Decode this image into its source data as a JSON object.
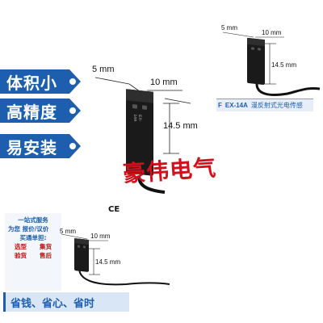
{
  "features": [
    "体积小",
    "高精度",
    "易安装"
  ],
  "main_dims": {
    "depth": "5 mm",
    "width": "10 mm",
    "height": "14.5 mm"
  },
  "top_right": {
    "dims": {
      "depth": "5 mm",
      "width": "10 mm",
      "height": "14.5 mm"
    },
    "model_prefix": "F",
    "model": "EX-14A",
    "model_desc": "漫反射式光电传感"
  },
  "sensor_print": "EX-14A",
  "watermark": "豪伟电气",
  "ce_mark": "CE",
  "promo": {
    "title": "一站式服务",
    "line2": "为您 报价/议价",
    "line3": "买通单担:",
    "cells": [
      "选型",
      "集货",
      "验货",
      "售后"
    ]
  },
  "bottom_dims": {
    "depth": "5 mm",
    "width": "10 mm",
    "height": "14.5 mm"
  },
  "slogan": "省钱、省心、省时",
  "colors": {
    "brand_blue": "#1d5fae",
    "watermark_red": "#d0111b"
  }
}
